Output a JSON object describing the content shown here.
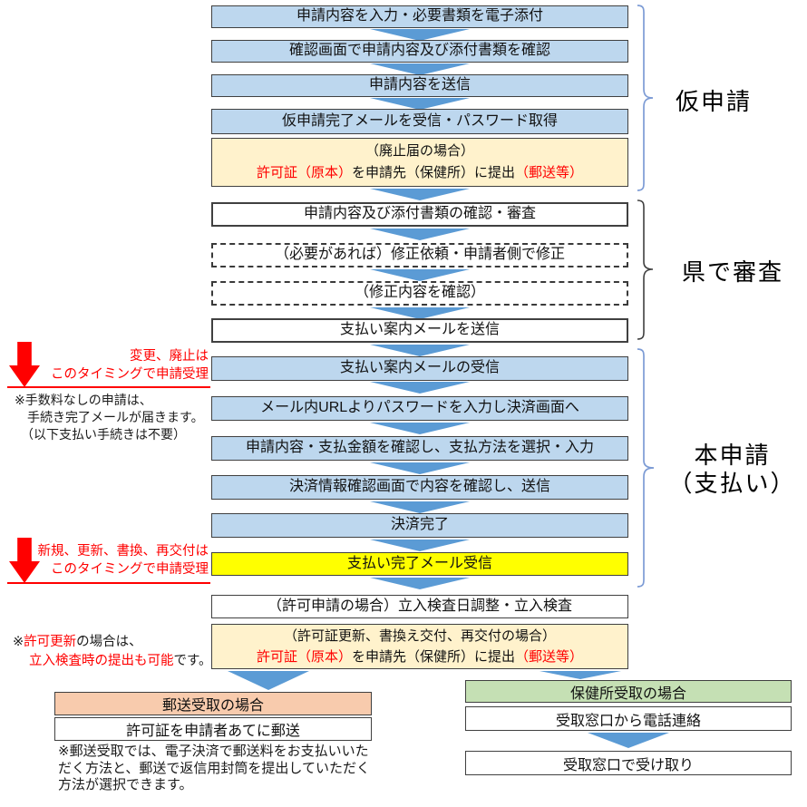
{
  "colors": {
    "box_blue": "#BDD7EE",
    "box_cream": "#FFF2CC",
    "box_yellow": "#FFFF00",
    "header_salmon": "#F8CBAD",
    "header_green": "#C5E0B4",
    "arrow_blue": "#5B9BD5",
    "annotation_red": "#FF0000",
    "bracket_blue": "#7C9BD5",
    "bracket_black": "#3f3f3f"
  },
  "main_flow": {
    "steps": [
      {
        "label": "申請内容を入力・必要書類を電子添付"
      },
      {
        "label": "確認画面で申請内容及び添付書類を確認"
      },
      {
        "label": "申請内容を送信"
      },
      {
        "label": "仮申請完了メールを受信・パスワード取得"
      },
      {
        "line1": "（廃止届の場合）",
        "line2": [
          {
            "text": "許可証（原本）"
          },
          {
            "text": "を申請先（保健所）に提出"
          },
          {
            "text": "（郵送等）"
          }
        ]
      },
      {
        "label": "申請内容及び添付書類の確認・審査"
      },
      {
        "label": "（必要があれば）修正依頼・申請者側で修正"
      },
      {
        "label": "（修正内容を確認）"
      },
      {
        "label": "支払い案内メールを送信"
      },
      {
        "label": "支払い案内メールの受信"
      },
      {
        "label": "メール内URLよりパスワードを入力し決済画面へ"
      },
      {
        "label": "申請内容・支払金額を確認し、支払方法を選択・入力"
      },
      {
        "label": "決済情報確認画面で内容を確認し、送信"
      },
      {
        "label": "決済完了"
      },
      {
        "label": "支払い完了メール受信"
      },
      {
        "label": "（許可申請の場合）立入検査日調整・立入検査"
      },
      {
        "line1": "（許可証更新、書換え交付、再交付の場合）",
        "line2": [
          {
            "text": "許可証（原本）"
          },
          {
            "text": "を申請先（保健所）に提出"
          },
          {
            "text": "（郵送等）"
          }
        ]
      }
    ]
  },
  "stages": [
    {
      "label": "仮申請"
    },
    {
      "label": "県で審査"
    },
    {
      "line1": "本申請",
      "line2": "（支払い）"
    }
  ],
  "annotations": {
    "first": {
      "red_line1": "変更、廃止は",
      "red_line2": "このタイミングで申請受理",
      "note1": "※手数料なしの申請は、",
      "note2": "　手続き完了メールが届きます。",
      "note3": "　（以下支払い手続きは不要）"
    },
    "second": {
      "red_line1": "新規、更新、書換、再交付は",
      "red_line2": "このタイミングで申請受理",
      "note_l1": [
        {
          "text": "※"
        },
        {
          "text": "許可更新"
        },
        {
          "text": "の場合は、"
        }
      ],
      "note_l2": [
        {
          "text": "立入検査時の提出も可能"
        },
        {
          "text": "です。"
        }
      ]
    }
  },
  "mail_branch": {
    "header": "郵送受取の場合",
    "step": "許可証を申請者あてに郵送",
    "note1": "※郵送受取では、電子決済で郵送料をお支払いいた",
    "note2": "だく方法と、郵送で返信用封筒を提出していただく",
    "note3": "方法が選択できます。"
  },
  "office_branch": {
    "header": "保健所受取の場合",
    "step1": "受取窓口から電話連絡",
    "step2": "受取窓口で受け取り"
  }
}
